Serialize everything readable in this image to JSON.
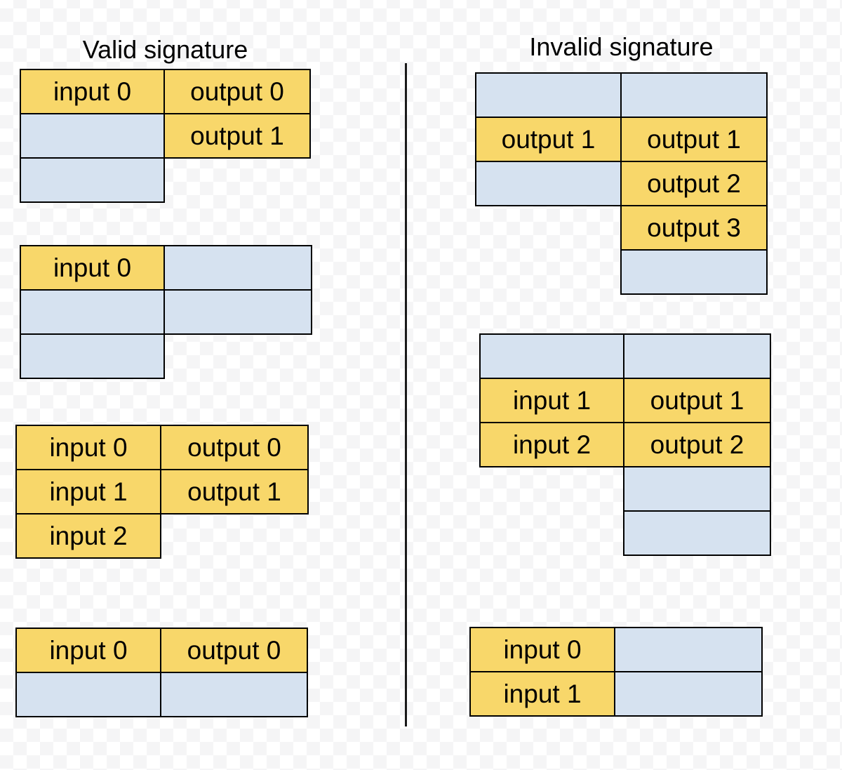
{
  "titles": {
    "valid": "Valid signature",
    "invalid": "Invalid signature"
  },
  "colors": {
    "filled": "#f8d76a",
    "empty": "#d6e2f0",
    "border": "#000000",
    "divider": "#1a1a1a",
    "text": "#000000",
    "checker_light": "#ffffff",
    "checker_dark": "#f5f5f6"
  },
  "columns": {
    "t1_left": [
      {
        "label": "input 0",
        "filled": true
      },
      {
        "label": "",
        "filled": false
      },
      {
        "label": "",
        "filled": false
      }
    ],
    "t1_right": [
      {
        "label": "output 0",
        "filled": true
      },
      {
        "label": "output 1",
        "filled": true
      }
    ],
    "t2_left": [
      {
        "label": "input 0",
        "filled": true
      },
      {
        "label": "",
        "filled": false
      },
      {
        "label": "",
        "filled": false
      }
    ],
    "t2_right": [
      {
        "label": "",
        "filled": false
      },
      {
        "label": "",
        "filled": false
      }
    ],
    "t3_left": [
      {
        "label": "input 0",
        "filled": true
      },
      {
        "label": "input 1",
        "filled": true
      },
      {
        "label": "input 2",
        "filled": true
      }
    ],
    "t3_right": [
      {
        "label": "output 0",
        "filled": true
      },
      {
        "label": "output 1",
        "filled": true
      }
    ],
    "t4_left": [
      {
        "label": "input 0",
        "filled": true
      },
      {
        "label": "",
        "filled": false
      }
    ],
    "t4_right": [
      {
        "label": "output 0",
        "filled": true
      },
      {
        "label": "",
        "filled": false
      }
    ],
    "a_left": [
      {
        "label": "",
        "filled": false
      },
      {
        "label": "output 1",
        "filled": true
      },
      {
        "label": "",
        "filled": false
      }
    ],
    "a_right": [
      {
        "label": "",
        "filled": false
      },
      {
        "label": "output 1",
        "filled": true
      },
      {
        "label": "output 2",
        "filled": true
      },
      {
        "label": "output 3",
        "filled": true
      },
      {
        "label": "",
        "filled": false
      }
    ],
    "b_left": [
      {
        "label": "",
        "filled": false
      },
      {
        "label": "input 1",
        "filled": true
      },
      {
        "label": "input 2",
        "filled": true
      }
    ],
    "b_right": [
      {
        "label": "",
        "filled": false
      },
      {
        "label": "output 1",
        "filled": true
      },
      {
        "label": "output 2",
        "filled": true
      },
      {
        "label": "",
        "filled": false
      },
      {
        "label": "",
        "filled": false
      }
    ],
    "c_left": [
      {
        "label": "input 0",
        "filled": true
      },
      {
        "label": "input 1",
        "filled": true
      }
    ],
    "c_right": [
      {
        "label": "",
        "filled": false
      },
      {
        "label": "",
        "filled": false
      }
    ]
  }
}
